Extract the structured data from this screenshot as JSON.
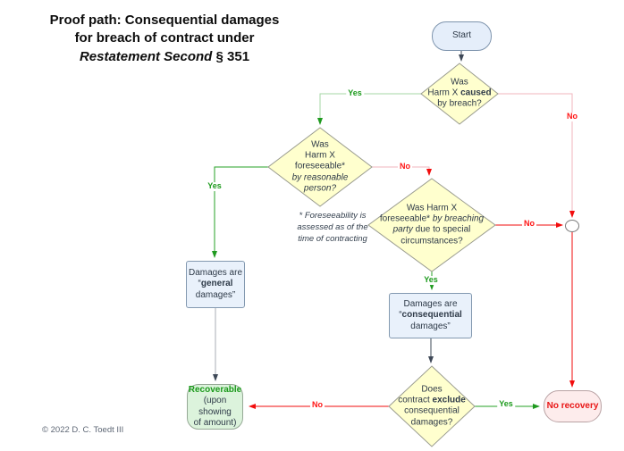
{
  "title": {
    "line1": "Proof path: Consequential damages",
    "line2": "for breach of contract under",
    "line3_italic": "Restatement Second",
    "line3_rest": " § 351"
  },
  "footnote": {
    "l1": "* Foreseeability is",
    "l2": "assessed as of the",
    "l3": "time of contracting"
  },
  "copyright": "© 2022 D. C. Toedt III",
  "nodes": {
    "start": {
      "label": "Start"
    },
    "d1": {
      "l1": "Was",
      "l2_pre": "Harm X ",
      "l2_bold": "caused",
      "l3": "by breach?"
    },
    "d2": {
      "l1": "Was",
      "l2": "Harm X",
      "l3": "foreseeable*",
      "l4_italic": "by reasonable person?"
    },
    "d3": {
      "l1": "Was Harm X",
      "l2_pre": "foreseeable* ",
      "l2_italic": "by breaching",
      "l3_italic": "party",
      "l3_rest": " due to special",
      "l4": "circumstances?"
    },
    "d4": {
      "l1": "Does",
      "l2_pre": "contract ",
      "l2_bold": "exclude",
      "l3": "consequential",
      "l4": "damages?"
    },
    "box_general": {
      "l1": "Damages are",
      "l2_pre": "“",
      "l2_bold": "general",
      "l3": "damages”"
    },
    "box_consequential": {
      "l1": "Damages are",
      "l2_pre": "“",
      "l2_bold": "consequential",
      "l3": "damages”"
    },
    "recoverable": {
      "l1_bold": "Recoverable",
      "l2": "(upon showing",
      "l3": "of amount)"
    },
    "no_recovery": {
      "label": "No recovery"
    }
  },
  "edges": {
    "d1_yes": "Yes",
    "d1_no": "No",
    "d2_yes": "Yes",
    "d2_no": "No",
    "d3_yes": "Yes",
    "d3_no": "No",
    "d4_yes": "Yes",
    "d4_no": "No"
  },
  "colors": {
    "node_yellow": "#ffffce",
    "node_blue": "#e9f1fb",
    "node_green": "#dcf3dc",
    "node_red_tint": "#fdecec",
    "yes_green": "#1b9a1b",
    "no_red": "#ff1414",
    "edge_green": "#25a125",
    "edge_pale_green": "#a6d7a6",
    "edge_red": "#f20d0d",
    "edge_pale_red": "#f2b6bd",
    "edge_dark": "#3e4857",
    "edge_gray": "#a9aeb6"
  }
}
